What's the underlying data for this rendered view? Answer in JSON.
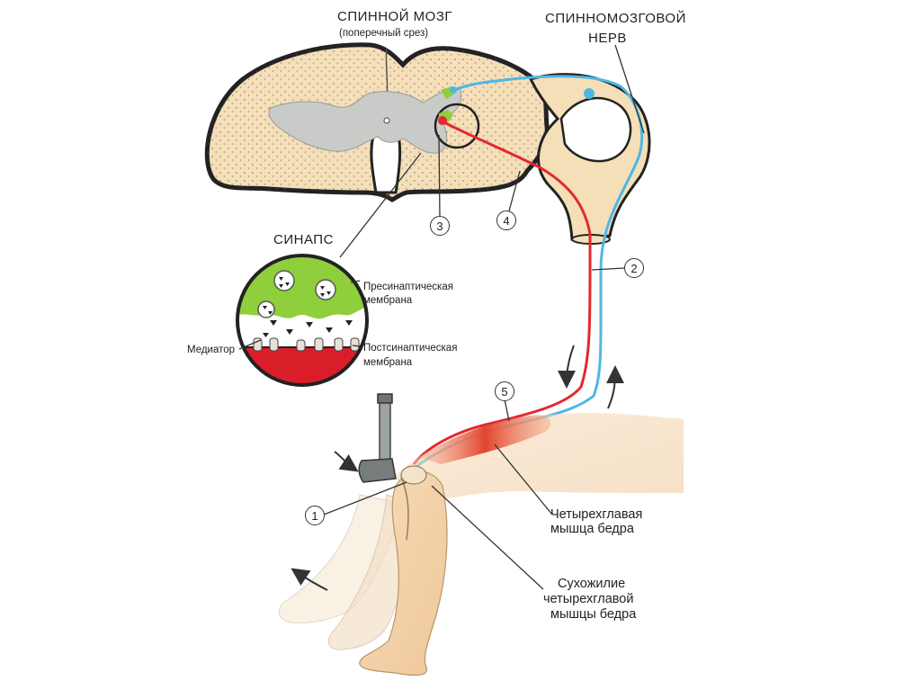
{
  "labels": {
    "spinal_cord_title": "СПИННОЙ МОЗГ",
    "spinal_cord_subtitle": "(поперечный срез)",
    "spinal_nerve_line1": "СПИННОМОЗГОВОЙ",
    "spinal_nerve_line2": "НЕРВ",
    "synapse_title": "СИНАПС",
    "presynaptic_line1": "Пресинаптическая",
    "presynaptic_line2": "мембрана",
    "postsynaptic_line1": "Постсинаптическая",
    "postsynaptic_line2": "мембрана",
    "mediator": "Медиатор",
    "quadriceps_line1": "Четырехглавая",
    "quadriceps_line2": "мышца бедра",
    "tendon_line1": "Сухожилие",
    "tendon_line2": "четырехглавой",
    "tendon_line3": "мышцы бедра"
  },
  "markers": [
    "1",
    "2",
    "3",
    "4",
    "5"
  ],
  "colors": {
    "cord_fill": "#f5dfb8",
    "grey_matter": "#c9cbc8",
    "outline": "#222222",
    "motor_path": "#e3282f",
    "sensory_path": "#4fb7e6",
    "presynaptic": "#8fcf3b",
    "postsynaptic": "#d91e2a",
    "leg_skin": "#f3d3aa",
    "muscle": "#e56a50"
  }
}
